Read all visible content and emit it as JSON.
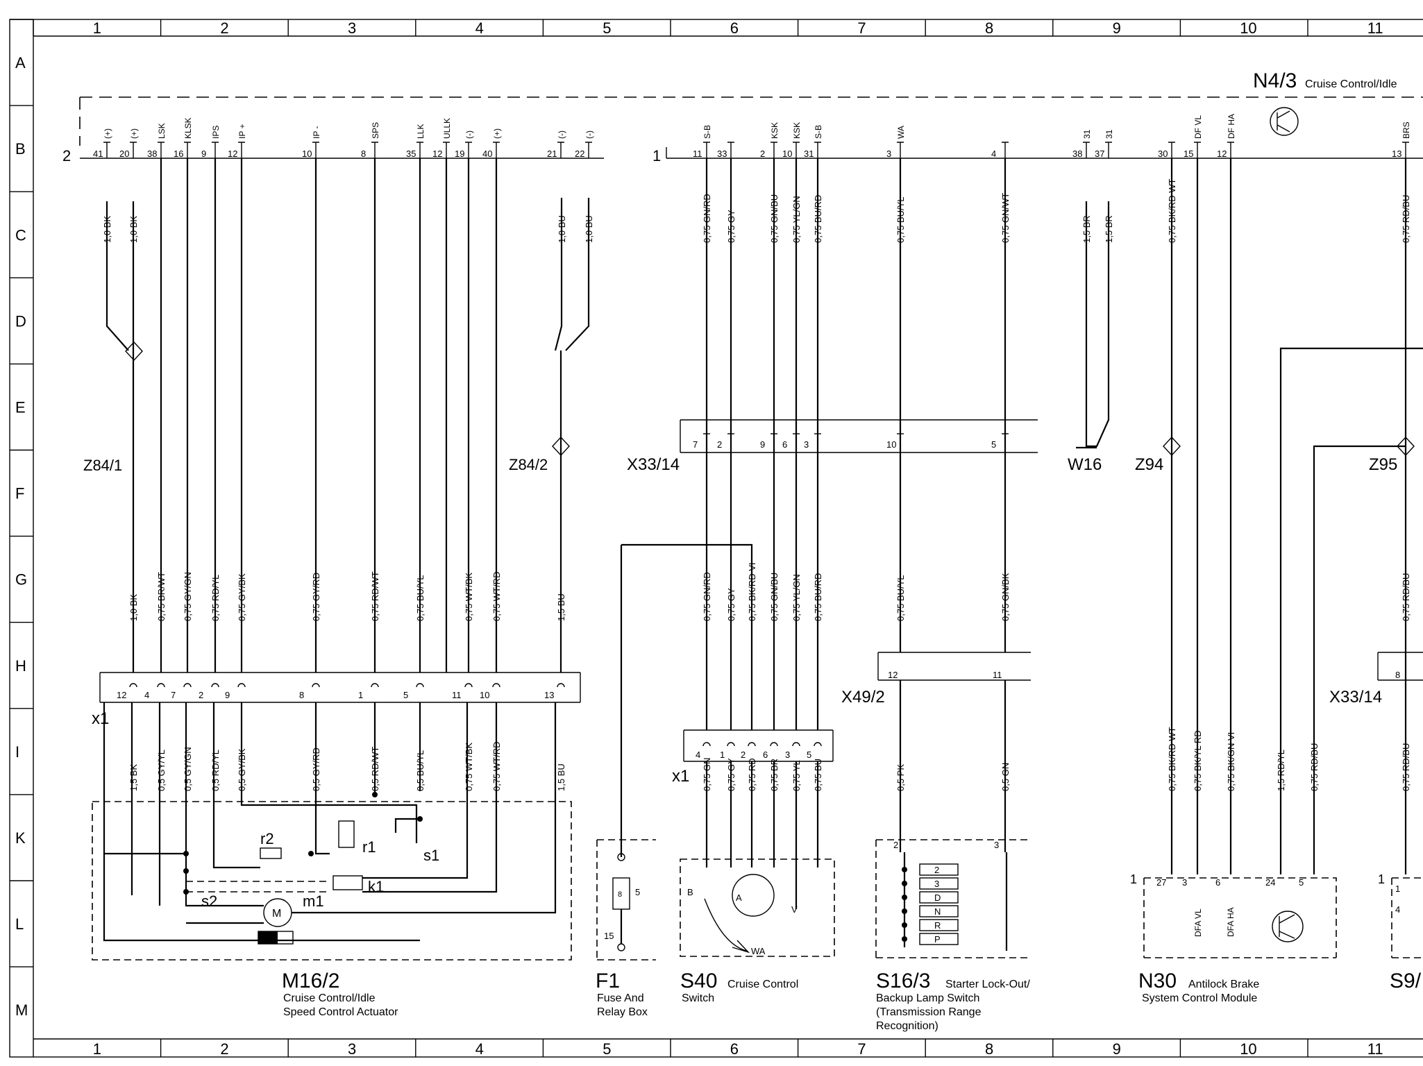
{
  "columns": [
    "1",
    "2",
    "3",
    "4",
    "5",
    "6",
    "7",
    "8",
    "9",
    "10",
    "11"
  ],
  "rows": [
    "A",
    "B",
    "C",
    "D",
    "E",
    "F",
    "G",
    "H",
    "I",
    "K",
    "L",
    "M"
  ],
  "n43": {
    "code": "N4/3",
    "text": "Cruise Control/Idle"
  },
  "connector_main": {
    "label": "2",
    "pins": [
      "41",
      "20",
      "38",
      "16",
      "9",
      "12",
      "10",
      "8",
      "35",
      "12",
      "19",
      "40",
      "21",
      "22"
    ],
    "signals": [
      "(+)",
      "(+)",
      "LSK",
      "KLSK",
      "IPS",
      "IP +",
      "IP -",
      "SPS",
      "LLK",
      "ULLK",
      "(-)",
      "(+)",
      "(-)",
      "(-)"
    ]
  },
  "connector_right": {
    "label": "1",
    "pins": [
      "11",
      "33",
      "2",
      "10",
      "31",
      "3",
      "4",
      "38",
      "37",
      "30",
      "15",
      "12",
      "13"
    ],
    "signals": [
      "S-B",
      "KSK",
      "S-B",
      "WA",
      "31",
      "31",
      "DF VL",
      "DF HA",
      "BRS"
    ]
  },
  "wires_top": [
    "1,0 BK",
    "1,0 BK",
    "1,0 BU",
    "1,0 BU",
    "0,75 GN/RD",
    "0,75 GY",
    "0,75 GN/BU",
    "0,75 YL/GN",
    "0,75 BU/RD",
    "0,75 BU/YL",
    "0,75 GN/WT",
    "1,5 BR",
    "1,5 BR",
    "0,75 BK/RD WT",
    "0,75 RD/BU"
  ],
  "wires_mid": [
    "1,0 BK",
    "0,75 BR/WT",
    "0,75 GY/GN",
    "0,75 RD/YL",
    "0,75 GY/BK",
    "0,75 GY/RD",
    "0,75 RD/WT",
    "0,75 BU/YL",
    "0,75 WT/BK",
    "0,75 WT/RD",
    "1,5 BU",
    "0,75 GN/RD",
    "0,75 GY",
    "0,75 BK/RD VI",
    "0,75 GN/BU",
    "0,75 YL/GN",
    "0,75 BU/RD",
    "0,75 BU/YL",
    "0,75 GN/BK",
    "0,75 RD/BU"
  ],
  "wires_low": [
    "1,5 BK",
    "0,5 GY/YL",
    "0,5 GY/GN",
    "0,5 RD/YL",
    "0,5 GY/BK",
    "0,5 GY/RD",
    "0,5 RD/WT",
    "0,5 BU/YL",
    "0,75 WT/BK",
    "0,75 WT/RD",
    "1,5 BU",
    "0,75 GN",
    "0,75 GY",
    "0,75 RD",
    "0,75 BR",
    "0,75 YL",
    "0,75 BU",
    "0,5 PK",
    "0,5 GN",
    "0,75 BK/RD WT",
    "0,75 BK/YL RD",
    "0,75 BK/GN VI",
    "1,5 RD/YL",
    "0,75 RD/BU",
    "0,75 RD/BU"
  ],
  "x1_pins": [
    "12",
    "4",
    "7",
    "2",
    "9",
    "8",
    "1",
    "5",
    "11",
    "10",
    "13"
  ],
  "x3314_pins": [
    "7",
    "2",
    "9",
    "6",
    "3",
    "10",
    "5"
  ],
  "x1b_pins": [
    "4",
    "1",
    "2",
    "6",
    "3",
    "5"
  ],
  "x492_pins": [
    "12",
    "11"
  ],
  "x3314b_pin": "8",
  "splices": {
    "z841": "Z84/1",
    "z842": "Z84/2",
    "x3314": "X33/14",
    "w16": "W16",
    "z94": "Z94",
    "z95": "Z95",
    "x1": "x1",
    "x1b": "x1",
    "x492": "X49/2",
    "x3314b": "X33/14"
  },
  "m162": {
    "code": "M16/2",
    "desc1": "Cruise Control/Idle",
    "desc2": "Speed Control Actuator",
    "r1": "r1",
    "r2": "r2",
    "s1": "s1",
    "s2": "s2",
    "m1": "m1",
    "k1": "k1",
    "m": "M"
  },
  "f1": {
    "code": "F1",
    "desc1": "Fuse And",
    "desc2": "Relay Box",
    "p5": "5",
    "p15": "15",
    "fuse": "8"
  },
  "s40": {
    "code": "S40",
    "name": "Cruise Control",
    "desc": "Switch",
    "a": "A",
    "b": "B",
    "v": "V",
    "wa": "WA"
  },
  "s163": {
    "code": "S16/3",
    "name": "Starter Lock-Out/",
    "desc1": "Backup Lamp Switch",
    "desc2": "(Transmission Range",
    "desc3": "Recognition)",
    "p2": "2",
    "p3": "3",
    "gears": [
      "2",
      "3",
      "D",
      "N",
      "R",
      "P"
    ]
  },
  "n30": {
    "code": "N30",
    "name": "Antilock Brake",
    "desc": "System Control Module",
    "pin1": "1",
    "pins": [
      "27",
      "3",
      "6",
      "24",
      "5"
    ],
    "sig1": "DFA VL",
    "sig2": "DFA HA"
  },
  "s9": {
    "code": "S9/",
    "pin1": "1",
    "pin": "1",
    "pin4": "4"
  }
}
